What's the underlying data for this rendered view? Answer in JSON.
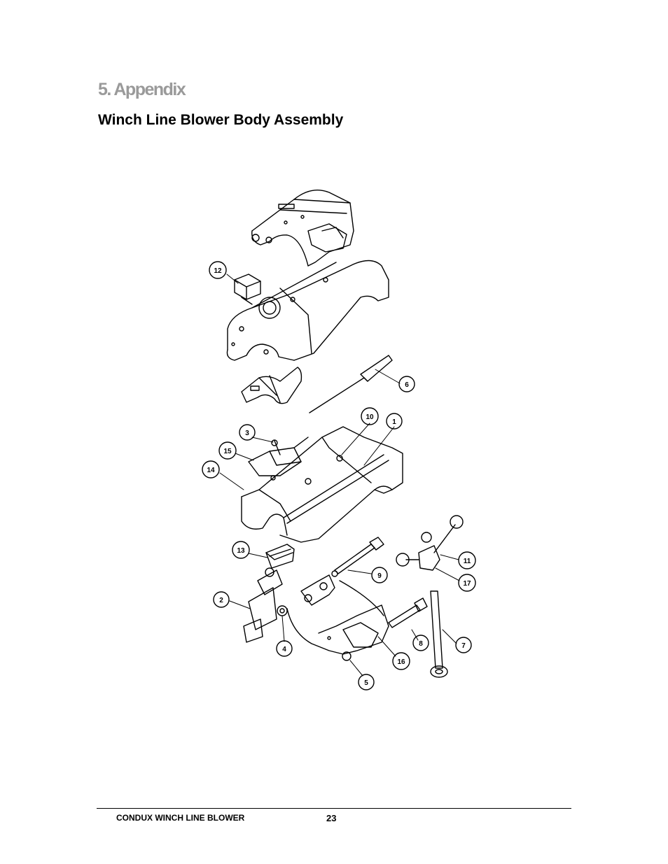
{
  "heading": {
    "appendix": "5. Appendix",
    "section": "Winch Line Blower Body Assembly"
  },
  "diagram": {
    "callouts": [
      "12",
      "6",
      "10",
      "1",
      "3",
      "15",
      "14",
      "13",
      "11",
      "9",
      "17",
      "2",
      "8",
      "7",
      "4",
      "16",
      "5"
    ]
  },
  "footer": {
    "title": "CONDUX WINCH LINE BLOWER",
    "page": "23"
  }
}
